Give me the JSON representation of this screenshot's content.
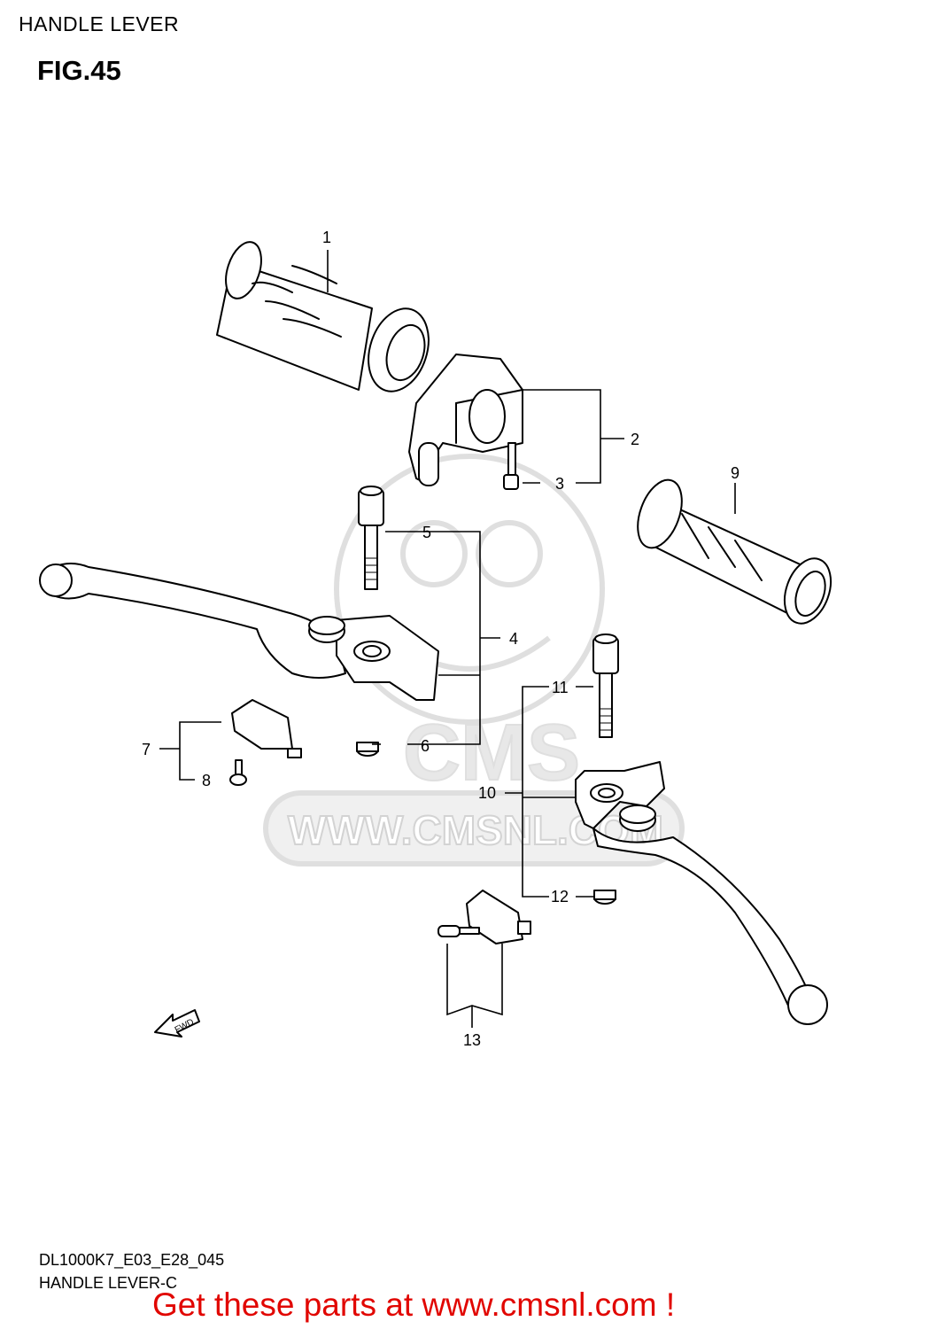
{
  "header": {
    "section_title": "HANDLE LEVER",
    "figure_label": "FIG.45"
  },
  "callouts": [
    {
      "id": "1",
      "text": "1"
    },
    {
      "id": "2",
      "text": "2"
    },
    {
      "id": "3",
      "text": "3"
    },
    {
      "id": "4",
      "text": "4"
    },
    {
      "id": "5",
      "text": "5"
    },
    {
      "id": "6",
      "text": "6"
    },
    {
      "id": "7",
      "text": "7"
    },
    {
      "id": "8",
      "text": "8"
    },
    {
      "id": "9",
      "text": "9"
    },
    {
      "id": "10",
      "text": "10"
    },
    {
      "id": "11",
      "text": "11"
    },
    {
      "id": "12",
      "text": "12"
    },
    {
      "id": "13",
      "text": "13"
    }
  ],
  "direction_marker": {
    "text": "FWD"
  },
  "watermark": {
    "logo": "CMS",
    "url": "WWW.CMSNL.COM"
  },
  "footer": {
    "model_code": "DL1000K7_E03_E28_045",
    "diagram_name": "HANDLE LEVER-C",
    "promo_text": "Get these parts at www.cmsnl.com !"
  },
  "colors": {
    "line": "#000000",
    "promo": "#e10600",
    "watermark": "#d9d9d9"
  }
}
